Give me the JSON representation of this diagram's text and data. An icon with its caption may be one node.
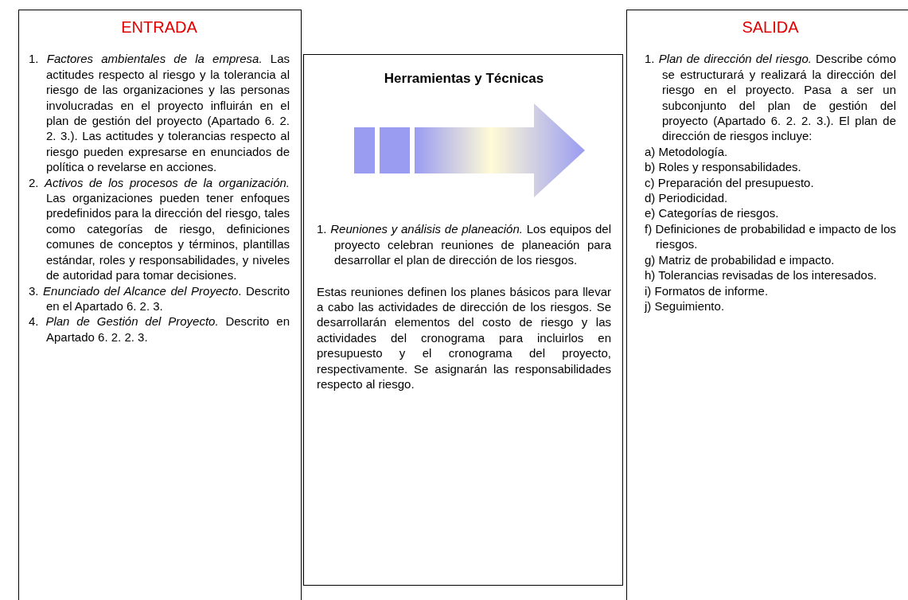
{
  "diagram": {
    "nodes": [
      {
        "text": [
          "ENTRADA",
          "1. *Factores ambientales de la empresa.* Las actitudes respecto al riesgo y la tolerancia al riesgo de las organizaciones y las personas involucradas en el proyecto influirán en el plan de gestión del proyecto (Apartado 6. 2. 2. 3.). Las actitudes y tolerancias respecto al riesgo pueden expresarse en enunciados de política o revelarse en acciones.",
          "2. *Activos de los procesos de la organización.* Las organizaciones pueden tener enfoques predefinidos para la dirección del riesgo, tales como categorías de riesgo, definiciones comunes de conceptos y términos, plantillas estándar, roles y responsabilidades, y niveles de autoridad para tomar decisiones.",
          "3. *Enunciado del Alcance del Proyecto*. Descrito en el Apartado 6. 2. 3.",
          "4. *Plan de Gestión del Proyecto.* Descrito en Apartado 6. 2. 2. 3."
        ]
      },
      {
        "text": [
          "Herramientas y Técnicas",
          "1. *Reuniones y análisis de planeación.* Los equipos del proyecto celebran reuniones de planeación para desarrollar el plan de dirección de los riesgos.",
          "Estas reuniones definen los planes básicos para llevar a cabo las actividades de dirección de los riesgos. Se desarrollarán elementos del costo de riesgo y las actividades del cronograma para incluirlos en presupuesto y el cronograma del proyecto, respectivamente. Se asignarán las responsabilidades respecto al riesgo."
        ]
      },
      {
        "text": [
          "SALIDA",
          "1. *Plan de dirección del riesgo.* Describe cómo se estructurará y realizará la dirección del riesgo en el proyecto. Pasa a ser un subconjunto del plan de gestión del proyecto (Apartado 6. 2. 2. 3.). El plan de dirección de riesgos incluye:",
          "a) Metodología.",
          "b) Roles y responsabilidades.",
          "c) Preparación del presupuesto.",
          "d) Periodicidad.",
          "e) Categorías de riesgos.",
          "f) Definiciones de probabilidad e impacto de los riesgos.",
          "g) Matriz de probabilidad e impacto.",
          "h) Tolerancias revisadas de los interesados.",
          "i) Formatos de informe.",
          "j) Seguimiento."
        ]
      }
    ],
    "edges": []
  }
}
